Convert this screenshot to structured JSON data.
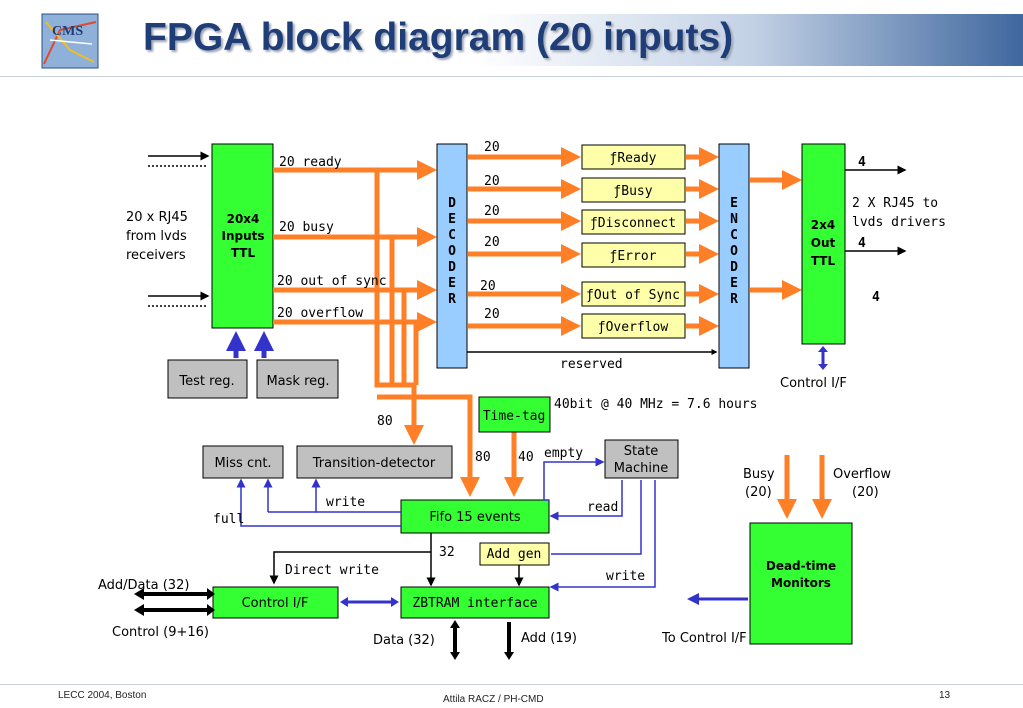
{
  "slide": {
    "title": "FPGA block diagram (20 inputs)",
    "logo_text": "CMS",
    "footer_left": "LECC  2004, Boston",
    "footer_center": "Attila RACZ / PH-CMD",
    "page_number": "13"
  },
  "colors": {
    "title": "#1f3e78",
    "orange_bus": "#ff7f27",
    "blue_wire": "#3333cc",
    "green_block": "#33ff33",
    "yellow_block": "#ffffaa",
    "gray_block": "#c0c0c0",
    "blue_block": "#99ccff"
  },
  "inputs": {
    "rj45": "20 x RJ45",
    "from": "from lvds",
    "receivers": "receivers"
  },
  "blocks": {
    "inputs_ttl": [
      "20x4",
      "Inputs",
      "TTL"
    ],
    "decoder_letters": [
      "D",
      "E",
      "C",
      "O",
      "D",
      "E",
      "R"
    ],
    "encoder_letters": [
      "E",
      "N",
      "C",
      "O",
      "D",
      "E",
      "R"
    ],
    "out_ttl": [
      "2x4",
      "Out",
      "TTL"
    ],
    "test_reg": "Test reg.",
    "mask_reg": "Mask reg.",
    "time_tag": "Time-tag",
    "miss_cnt": "Miss cnt.",
    "transition_detector": "Transition-detector",
    "state_machine": [
      "State",
      "Machine"
    ],
    "fifo": "Fifo 15 events",
    "add_gen": "Add gen",
    "control_if": "Control I/F",
    "zbtram": "ZBTRAM interface",
    "dead_time": [
      "Dead-time",
      "Monitors"
    ]
  },
  "functions": [
    "ƒReady",
    "ƒBusy",
    "ƒDisconnect",
    "ƒError",
    "ƒOut of Sync",
    "ƒOverflow"
  ],
  "labels": {
    "ready": "20 ready",
    "busy": "20 busy",
    "out_of_sync": "20 out of sync",
    "overflow": "20 overflow",
    "bus_widths": [
      "20",
      "20",
      "20",
      "20",
      "20",
      "20"
    ],
    "reserved": "reserved",
    "out_4a": "4",
    "out_4b": "4",
    "out_4c": "4",
    "rj45_out_1": "2 X RJ45 to",
    "rj45_out_2": "lvds drivers",
    "control_if_label": "Control I/F",
    "timetag_note": "40bit @ 40 MHz = 7.6 hours",
    "n80": "80",
    "n80b": "80",
    "n40": "40",
    "empty": "empty",
    "write1": "write",
    "full": "full",
    "read": "read",
    "n32": "32",
    "direct_write": "Direct write",
    "write2": "write",
    "add_data": "Add/Data (32)",
    "control_916": "Control (9+16)",
    "data32": "Data (32)",
    "add19": "Add (19)",
    "to_control": "To Control I/F",
    "busy20_a": "Busy",
    "busy20_b": "(20)",
    "ovf20_a": "Overflow",
    "ovf20_b": "(20)"
  }
}
